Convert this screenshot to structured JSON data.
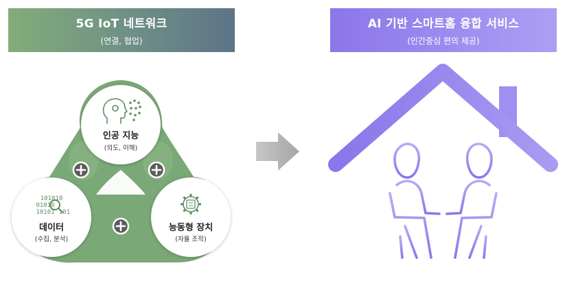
{
  "left_panel": {
    "title": "5G IoT 네트워크",
    "subtitle": "(연결, 협업)",
    "nodes": {
      "ai": {
        "title": "인공 지능",
        "subtitle": "(의도, 이해)"
      },
      "data": {
        "title": "데이터",
        "subtitle": "(수집, 분석)"
      },
      "actuator": {
        "title": "능동형 장치",
        "subtitle": "(자율 조작)"
      }
    },
    "binary_icon_text": [
      "101010",
      "01010",
      "10101",
      "101"
    ]
  },
  "right_panel": {
    "title": "AI 기반 스마트홈 융합 서비스",
    "subtitle": "(인간중심 편의 제공)"
  },
  "colors": {
    "green": "#7aa876",
    "green_light": "#9cc498",
    "purple": "#8a78ea",
    "purple_light": "#b0a6f5",
    "arrow_gray": "#b3b3b3"
  }
}
